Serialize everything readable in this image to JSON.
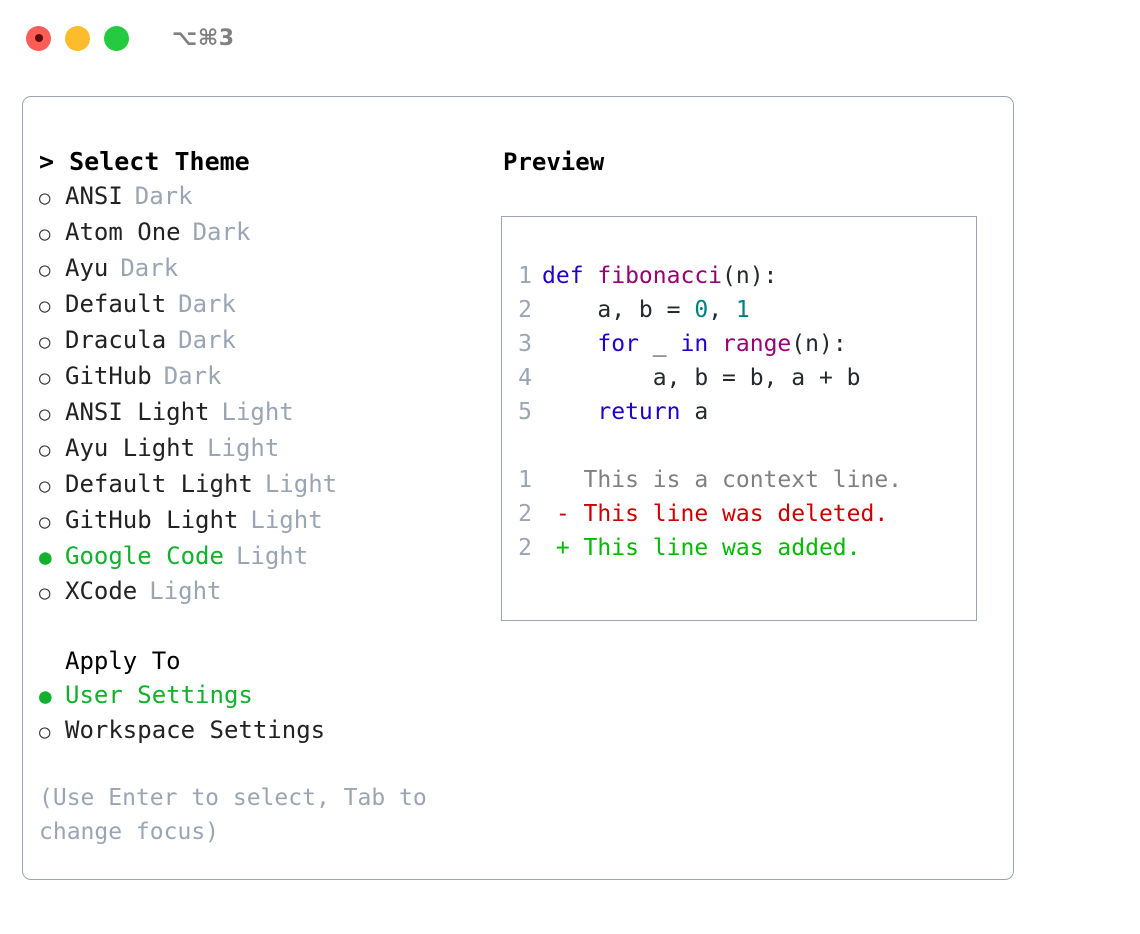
{
  "window": {
    "title": "⌥⌘3",
    "traffic_lights": [
      {
        "name": "close",
        "color": "#fd5d57"
      },
      {
        "name": "minimize",
        "color": "#fdbc2c"
      },
      {
        "name": "maximize",
        "color": "#26ca41"
      }
    ]
  },
  "theme_picker": {
    "heading": "> Select Theme",
    "bullet_on": "●",
    "bullet_off": "○",
    "items": [
      {
        "label": "ANSI",
        "tag": "Dark",
        "selected": false
      },
      {
        "label": "Atom One",
        "tag": "Dark",
        "selected": false
      },
      {
        "label": "Ayu",
        "tag": "Dark",
        "selected": false
      },
      {
        "label": "Default",
        "tag": "Dark",
        "selected": false
      },
      {
        "label": "Dracula",
        "tag": "Dark",
        "selected": false
      },
      {
        "label": "GitHub",
        "tag": "Dark",
        "selected": false
      },
      {
        "label": "ANSI Light",
        "tag": "Light",
        "selected": false
      },
      {
        "label": "Ayu Light",
        "tag": "Light",
        "selected": false
      },
      {
        "label": "Default Light",
        "tag": "Light",
        "selected": false
      },
      {
        "label": "GitHub Light",
        "tag": "Light",
        "selected": false
      },
      {
        "label": "Google Code",
        "tag": "Light",
        "selected": true
      },
      {
        "label": "XCode",
        "tag": "Light",
        "selected": false
      }
    ]
  },
  "apply_to": {
    "heading": "Apply To",
    "items": [
      {
        "label": "User Settings",
        "selected": true
      },
      {
        "label": "Workspace Settings",
        "selected": false
      }
    ]
  },
  "hint": "(Use Enter to select, Tab to change focus)",
  "preview": {
    "title": "Preview",
    "code_lines": [
      {
        "no": "1",
        "tokens": [
          {
            "t": "def ",
            "c": "kw"
          },
          {
            "t": "fibonacci",
            "c": "fn"
          },
          {
            "t": "(n):",
            "c": "pl"
          }
        ]
      },
      {
        "no": "2",
        "tokens": [
          {
            "t": "    a, b = ",
            "c": "pl"
          },
          {
            "t": "0",
            "c": "num"
          },
          {
            "t": ", ",
            "c": "pl"
          },
          {
            "t": "1",
            "c": "num"
          }
        ]
      },
      {
        "no": "3",
        "tokens": [
          {
            "t": "    ",
            "c": "pl"
          },
          {
            "t": "for",
            "c": "kw"
          },
          {
            "t": " _ ",
            "c": "pl"
          },
          {
            "t": "in",
            "c": "kw"
          },
          {
            "t": " ",
            "c": "pl"
          },
          {
            "t": "range",
            "c": "fn"
          },
          {
            "t": "(n):",
            "c": "pl"
          }
        ]
      },
      {
        "no": "4",
        "tokens": [
          {
            "t": "        a, b = b, a + b",
            "c": "pl"
          }
        ]
      },
      {
        "no": "5",
        "tokens": [
          {
            "t": "    ",
            "c": "pl"
          },
          {
            "t": "return",
            "c": "kw"
          },
          {
            "t": " a",
            "c": "pl"
          }
        ]
      }
    ],
    "diff_lines": [
      {
        "no": "1",
        "marker": " ",
        "text": " This is a context line.",
        "kind": "ctx"
      },
      {
        "no": "2",
        "marker": "-",
        "text": " This line was deleted.",
        "kind": "del"
      },
      {
        "no": "2",
        "marker": "+",
        "text": " This line was added.",
        "kind": "add"
      }
    ]
  },
  "colors": {
    "border": "#9aa5b4",
    "muted": "#9aa5b4",
    "accent_green": "#12b02c",
    "keyword": "#2000d0",
    "function": "#990073",
    "number": "#008080",
    "diff_context": "#808080",
    "diff_deleted": "#cc0000",
    "diff_added": "#00bb00"
  }
}
